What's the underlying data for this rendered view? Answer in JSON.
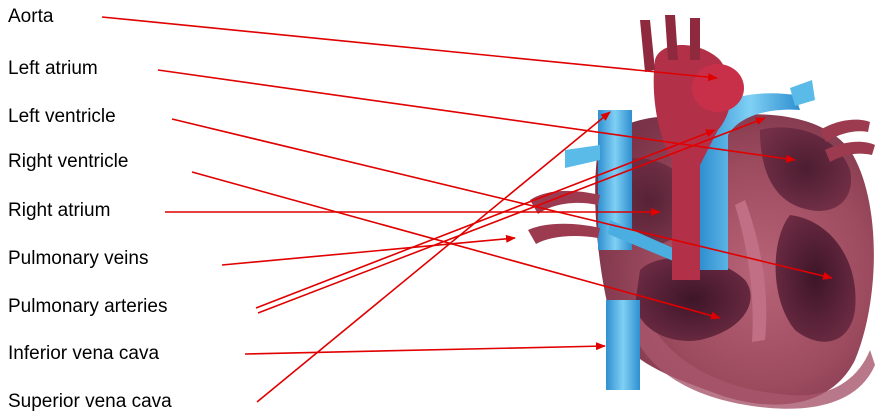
{
  "labels": [
    "Aorta",
    "Left atrium",
    "Left ventricle",
    "Right ventricle",
    "Right atrium",
    "Pulmonary veins",
    "Pulmonary arteries",
    "Inferior vena cava",
    "Superior vena cava"
  ],
  "colors": {
    "arrow": "#e00000",
    "heart_muscle": "#9c4a5e",
    "heart_dark": "#5a2438",
    "vessel_blue": "#4aaee0",
    "aorta_red": "#c0283c"
  }
}
